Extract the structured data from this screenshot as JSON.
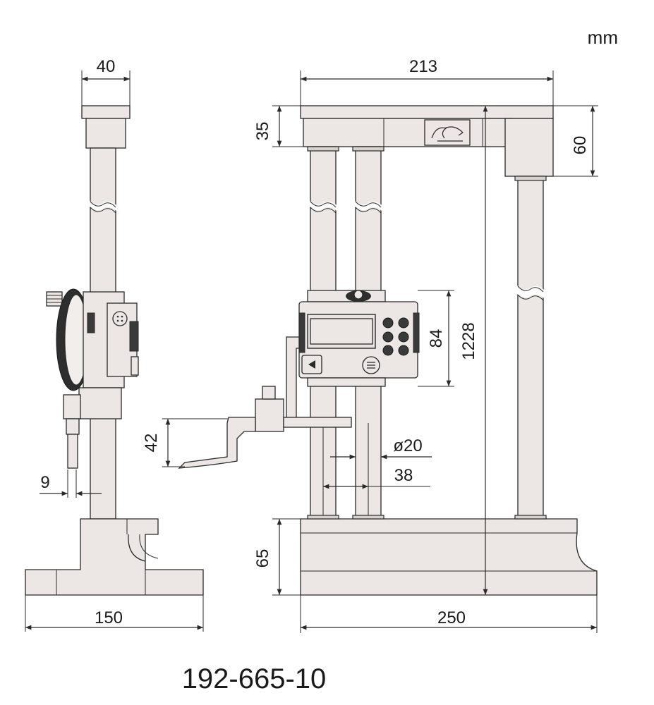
{
  "unit": "mm",
  "model": "192-665-10",
  "dimensions": {
    "side_width_top": "40",
    "side_base_width": "150",
    "side_offset": "9",
    "front_top_width": "213",
    "front_top_height": "35",
    "front_right_height": "60",
    "front_overall_height": "1228",
    "front_head_height": "84",
    "front_scriber_height": "42",
    "front_column_diameter": "ø20",
    "front_column_spacing": "38",
    "front_base_height": "65",
    "front_base_width": "250"
  }
}
